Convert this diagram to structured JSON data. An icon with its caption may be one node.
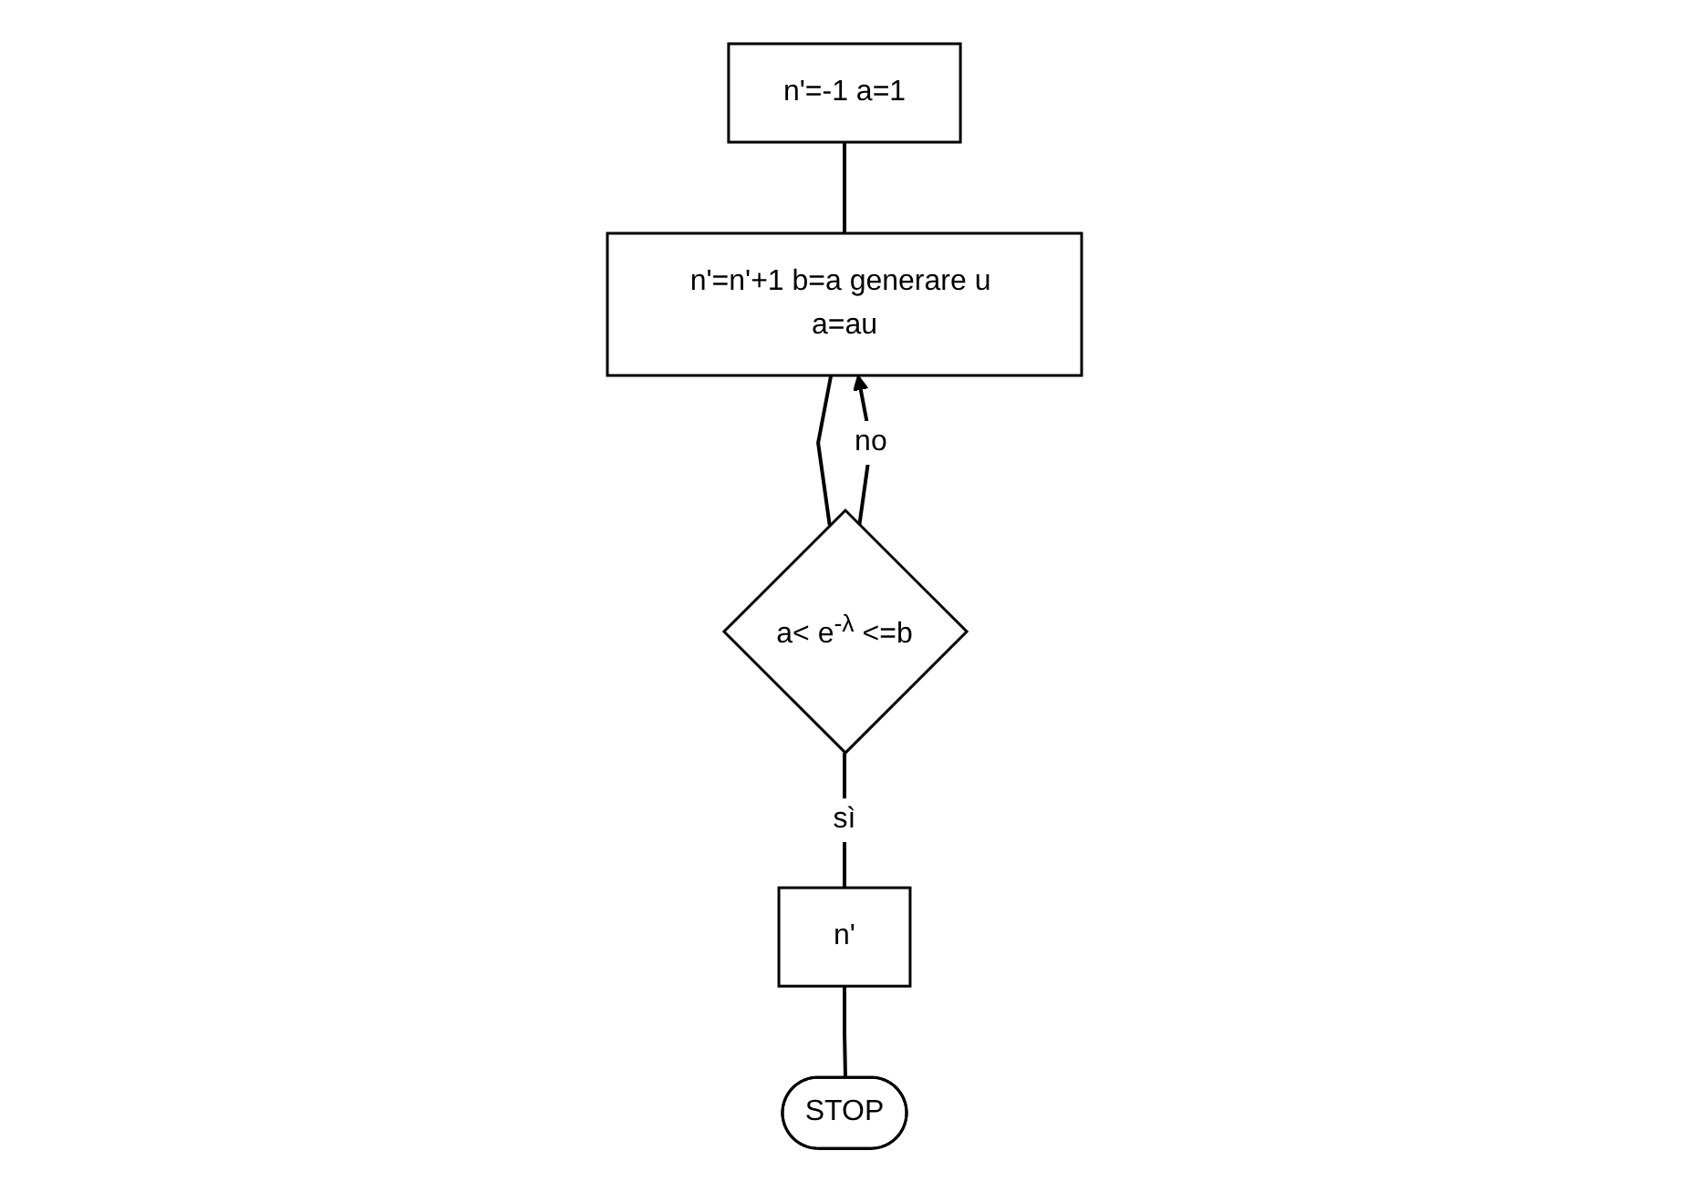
{
  "diagram": {
    "nodes": [
      {
        "text": [
          "n'=-1 a=1"
        ]
      },
      {
        "text": [
          "n'=n'+1 b=a generare u a=au"
        ]
      },
      {
        "text": [
          "a< e$^{-λ}$ <=b"
        ]
      },
      {
        "text": [
          "n'"
        ]
      },
      {
        "text": [
          "STOP"
        ]
      }
    ],
    "edges": [
      {
        "from": 0,
        "to": 1,
        "arrow": "none"
      },
      {
        "from": 1,
        "to": 2,
        "arrow": "none"
      },
      {
        "from": 2,
        "to": 1,
        "label": "no",
        "arrow": "to"
      },
      {
        "from": 2,
        "to": 3,
        "label": "sì",
        "arrow": "none"
      },
      {
        "from": 3,
        "to": 4,
        "arrow": "none"
      }
    ]
  }
}
